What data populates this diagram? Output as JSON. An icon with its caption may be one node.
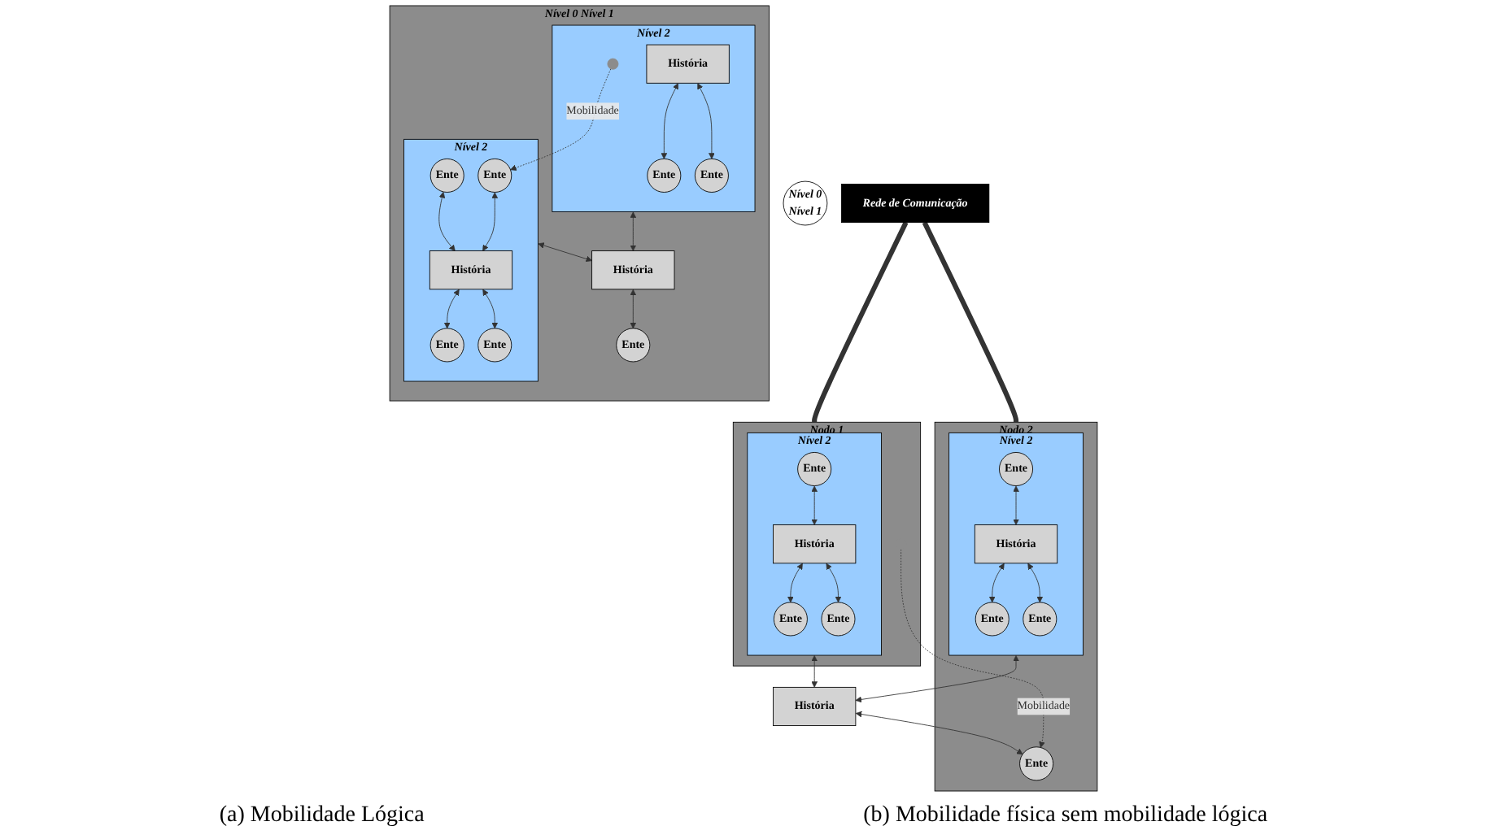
{
  "diagram": {
    "nodes": [
      {
        "text": [
          "Nível 0",
          "Nível 1"
        ]
      },
      {
        "text": [
          "Nível 2"
        ],
        "in": 0
      },
      {
        "text": [],
        "shape": "circle",
        "in": 1
      },
      {
        "text": [
          "História"
        ],
        "in": 1
      },
      {
        "text": [
          "Ente"
        ],
        "in": 1
      },
      {
        "text": [
          "Ente"
        ],
        "in": 1
      },
      {
        "text": [
          "Nível 2"
        ],
        "in": 0
      },
      {
        "text": [
          "Ente"
        ],
        "in": 6
      },
      {
        "text": [
          "Ente"
        ],
        "in": 6
      },
      {
        "text": [
          "História"
        ],
        "in": 6
      },
      {
        "text": [
          "Ente"
        ],
        "in": 6
      },
      {
        "text": [
          "Ente"
        ],
        "in": 6
      },
      {
        "text": [
          "História"
        ],
        "in": 0
      },
      {
        "text": [
          "Ente"
        ],
        "in": 0
      },
      {
        "text": [
          "Nível 0",
          "Nível 1"
        ]
      },
      {
        "text": [
          "Nodo 1"
        ]
      },
      {
        "text": [
          "Nível 2"
        ],
        "in": 15
      },
      {
        "text": [
          "Ente"
        ],
        "in": 16
      },
      {
        "text": [
          "História"
        ],
        "in": 16
      },
      {
        "text": [
          "Ente"
        ],
        "in": 16
      },
      {
        "text": [
          "Ente"
        ],
        "in": 16
      },
      {
        "text": [
          "Nodo 2"
        ]
      },
      {
        "text": [
          "Nível 2"
        ],
        "in": 21
      },
      {
        "text": [
          "Ente"
        ],
        "in": 22
      },
      {
        "text": [
          "História"
        ],
        "in": 22
      },
      {
        "text": [
          "Ente"
        ],
        "in": 22
      },
      {
        "text": [
          "Ente"
        ],
        "in": 22
      },
      {
        "text": [
          "História"
        ]
      },
      {
        "text": [],
        "shape": "circle",
        "in": 15
      },
      {
        "text": [
          "Ente"
        ],
        "in": 21
      },
      {
        "text": [
          "Rede de Comunicação"
        ]
      }
    ],
    "edges": [
      {
        "from": 2,
        "to": 8,
        "arrow": "to",
        "label": "Mobilidade",
        "style": "dashed"
      },
      {
        "from": 7,
        "to": 9,
        "arrow": "both"
      },
      {
        "from": 8,
        "to": 9,
        "arrow": "both"
      },
      {
        "from": 3,
        "to": 4,
        "arrow": "both"
      },
      {
        "from": 3,
        "to": 5,
        "arrow": "both"
      },
      {
        "from": 9,
        "to": 10,
        "arrow": "both"
      },
      {
        "from": 9,
        "to": 11,
        "arrow": "both"
      },
      {
        "from": 1,
        "to": 12,
        "arrow": "both"
      },
      {
        "from": 6,
        "to": 12,
        "arrow": "both"
      },
      {
        "from": 12,
        "to": 13,
        "arrow": "both"
      },
      {
        "from": 17,
        "to": 18,
        "arrow": "both"
      },
      {
        "from": 18,
        "to": 19,
        "arrow": "both"
      },
      {
        "from": 18,
        "to": 20,
        "arrow": "both"
      },
      {
        "from": 23,
        "to": 24,
        "arrow": "both"
      },
      {
        "from": 24,
        "to": 25,
        "arrow": "both"
      },
      {
        "from": 24,
        "to": 26,
        "arrow": "both"
      },
      {
        "from": 16,
        "to": 27,
        "arrow": "both"
      },
      {
        "from": 22,
        "to": 27,
        "arrow": "both"
      },
      {
        "from": 27,
        "to": 29,
        "arrow": "both"
      },
      {
        "from": 28,
        "to": 29,
        "arrow": "to",
        "label": "Mobilidade",
        "style": "dashed"
      },
      {
        "from": 15,
        "to": 30,
        "arrow": "none",
        "style": "thick"
      },
      {
        "from": 21,
        "to": 30,
        "arrow": "none",
        "style": "thick"
      }
    ],
    "labels": [
      "(a) Mobilidade Lógica",
      "(b) Mobilidade física sem mobilidade lógica"
    ]
  }
}
